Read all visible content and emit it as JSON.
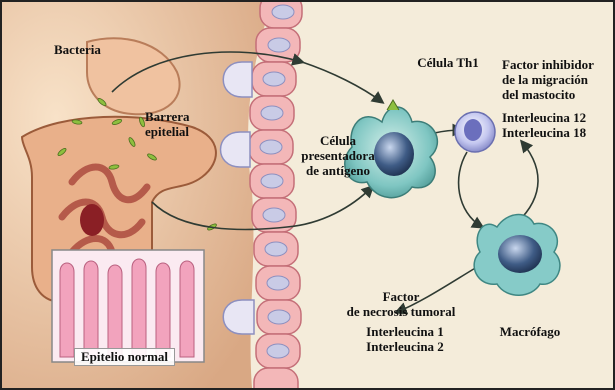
{
  "labels": {
    "bacteria": "Bacteria",
    "barrier": "Barrera\nepitelial",
    "apc": "Célula\npresentadora\nde antígeno",
    "th1": "Célula Th1",
    "mast_factor": "Factor inhibidor\nde la migración\ndel mastocito",
    "il12_il18": "Interleucina 12\nInterleucina 18",
    "tnf": "Factor\nde necrosis tumoral",
    "il1_il2": "Interleucina 1\nInterleucina 2",
    "macrophage": "Macrófago",
    "normal_epithelium": "Epitelio normal"
  },
  "colors": {
    "background": "#f4ecda",
    "epithelium": "#f3b7b8",
    "cell_nucleus": "#8e8fbf",
    "apc_body": "#7fc6c2",
    "th1_body": "#bfc3e8",
    "macrophage_body": "#86cbc8",
    "bacteria": "#8dbf3f",
    "arrow": "#2f3b33"
  }
}
